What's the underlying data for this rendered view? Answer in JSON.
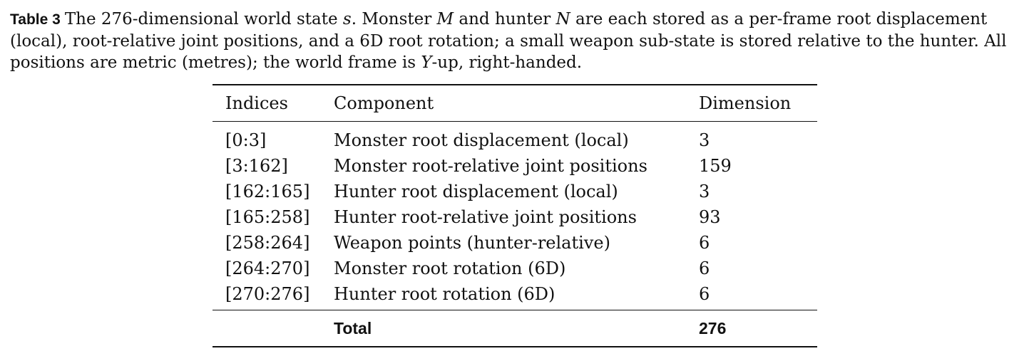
{
  "caption": {
    "label": "Table 3",
    "part1": "The 276-dimensional world state ",
    "s": "s",
    "part2": ". Monster ",
    "M": "M",
    "part3": " and hunter ",
    "N": "N",
    "part4": " are each stored as a per-frame root displacement (local), root-relative joint positions, and a 6D root rotation; a small weapon sub-state is stored relative to the hunter. All positions are metric (metres); the world frame is ",
    "Y": "Y",
    "part5": "-up, right-handed."
  },
  "table": {
    "headers": [
      "Indices",
      "Component",
      "Dimension"
    ],
    "rows": [
      {
        "indices": "[0:3]",
        "component": "Monster root displacement (local)",
        "dimension": "3"
      },
      {
        "indices": "[3:162]",
        "component": "Monster root-relative joint positions",
        "dimension": "159"
      },
      {
        "indices": "[162:165]",
        "component": "Hunter root displacement (local)",
        "dimension": "3"
      },
      {
        "indices": "[165:258]",
        "component": "Hunter root-relative joint positions",
        "dimension": "93"
      },
      {
        "indices": "[258:264]",
        "component": "Weapon points (hunter-relative)",
        "dimension": "6"
      },
      {
        "indices": "[264:270]",
        "component": "Monster root rotation (6D)",
        "dimension": "6"
      },
      {
        "indices": "[270:276]",
        "component": "Hunter root rotation (6D)",
        "dimension": "6"
      }
    ],
    "total": {
      "indices": "",
      "component": "Total",
      "dimension": "276"
    }
  }
}
